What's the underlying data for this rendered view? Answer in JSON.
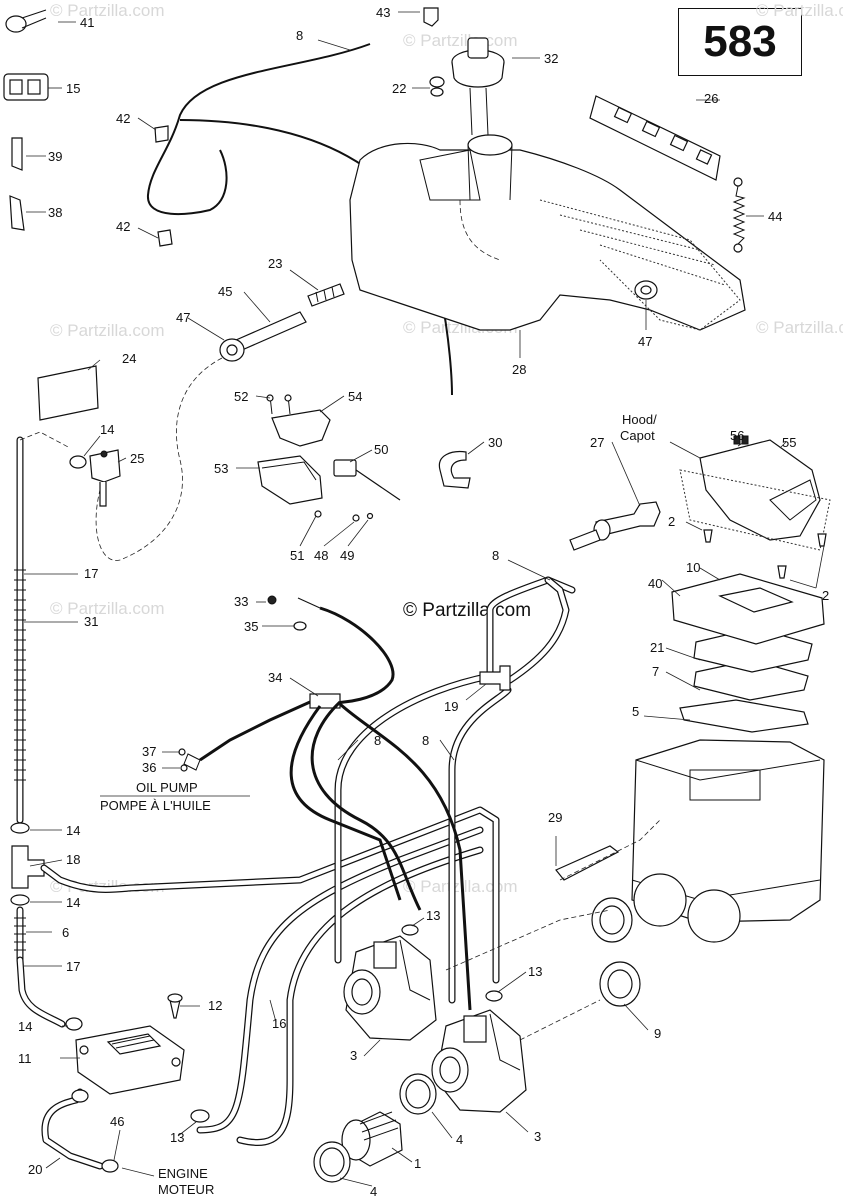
{
  "page": {
    "diagram_number": "583",
    "watermark": "© Partzilla.com",
    "watermark_center": "© Partzilla.com"
  },
  "text_labels": {
    "hood": "Hood/",
    "capot": "Capot",
    "oil_pump": "OIL PUMP",
    "pompe": "POMPE À L'HUILE",
    "engine": "ENGINE",
    "moteur": "MOTEUR"
  },
  "callouts": [
    {
      "id": "41",
      "text": "41"
    },
    {
      "id": "15",
      "text": "15"
    },
    {
      "id": "39",
      "text": "39"
    },
    {
      "id": "38",
      "text": "38"
    },
    {
      "id": "42a",
      "text": "42"
    },
    {
      "id": "42b",
      "text": "42"
    },
    {
      "id": "8a",
      "text": "8"
    },
    {
      "id": "43",
      "text": "43"
    },
    {
      "id": "32",
      "text": "32"
    },
    {
      "id": "22",
      "text": "22"
    },
    {
      "id": "26",
      "text": "26"
    },
    {
      "id": "44",
      "text": "44"
    },
    {
      "id": "23",
      "text": "23"
    },
    {
      "id": "45",
      "text": "45"
    },
    {
      "id": "47a",
      "text": "47"
    },
    {
      "id": "47b",
      "text": "47"
    },
    {
      "id": "24",
      "text": "24"
    },
    {
      "id": "28",
      "text": "28"
    },
    {
      "id": "52",
      "text": "52"
    },
    {
      "id": "54",
      "text": "54"
    },
    {
      "id": "14a",
      "text": "14"
    },
    {
      "id": "25",
      "text": "25"
    },
    {
      "id": "50",
      "text": "50"
    },
    {
      "id": "30",
      "text": "30"
    },
    {
      "id": "53",
      "text": "53"
    },
    {
      "id": "56",
      "text": "56"
    },
    {
      "id": "55",
      "text": "55"
    },
    {
      "id": "27",
      "text": "27"
    },
    {
      "id": "51",
      "text": "51"
    },
    {
      "id": "48",
      "text": "48"
    },
    {
      "id": "49",
      "text": "49"
    },
    {
      "id": "2a",
      "text": "2"
    },
    {
      "id": "8b",
      "text": "8"
    },
    {
      "id": "17a",
      "text": "17"
    },
    {
      "id": "10",
      "text": "10"
    },
    {
      "id": "40",
      "text": "40"
    },
    {
      "id": "2b",
      "text": "2"
    },
    {
      "id": "33",
      "text": "33"
    },
    {
      "id": "31",
      "text": "31"
    },
    {
      "id": "35",
      "text": "35"
    },
    {
      "id": "21",
      "text": "21"
    },
    {
      "id": "7",
      "text": "7"
    },
    {
      "id": "34",
      "text": "34"
    },
    {
      "id": "19",
      "text": "19"
    },
    {
      "id": "5",
      "text": "5"
    },
    {
      "id": "37",
      "text": "37"
    },
    {
      "id": "8c",
      "text": "8"
    },
    {
      "id": "8d",
      "text": "8"
    },
    {
      "id": "36",
      "text": "36"
    },
    {
      "id": "14b",
      "text": "14"
    },
    {
      "id": "29",
      "text": "29"
    },
    {
      "id": "18",
      "text": "18"
    },
    {
      "id": "14c",
      "text": "14"
    },
    {
      "id": "13a",
      "text": "13"
    },
    {
      "id": "6",
      "text": "6"
    },
    {
      "id": "17b",
      "text": "17"
    },
    {
      "id": "13b",
      "text": "13"
    },
    {
      "id": "12",
      "text": "12"
    },
    {
      "id": "14d",
      "text": "14"
    },
    {
      "id": "16",
      "text": "16"
    },
    {
      "id": "9",
      "text": "9"
    },
    {
      "id": "11",
      "text": "11"
    },
    {
      "id": "3a",
      "text": "3"
    },
    {
      "id": "46",
      "text": "46"
    },
    {
      "id": "13c",
      "text": "13"
    },
    {
      "id": "4a",
      "text": "4"
    },
    {
      "id": "3b",
      "text": "3"
    },
    {
      "id": "20",
      "text": "20"
    },
    {
      "id": "1",
      "text": "1"
    },
    {
      "id": "4b",
      "text": "4"
    }
  ]
}
